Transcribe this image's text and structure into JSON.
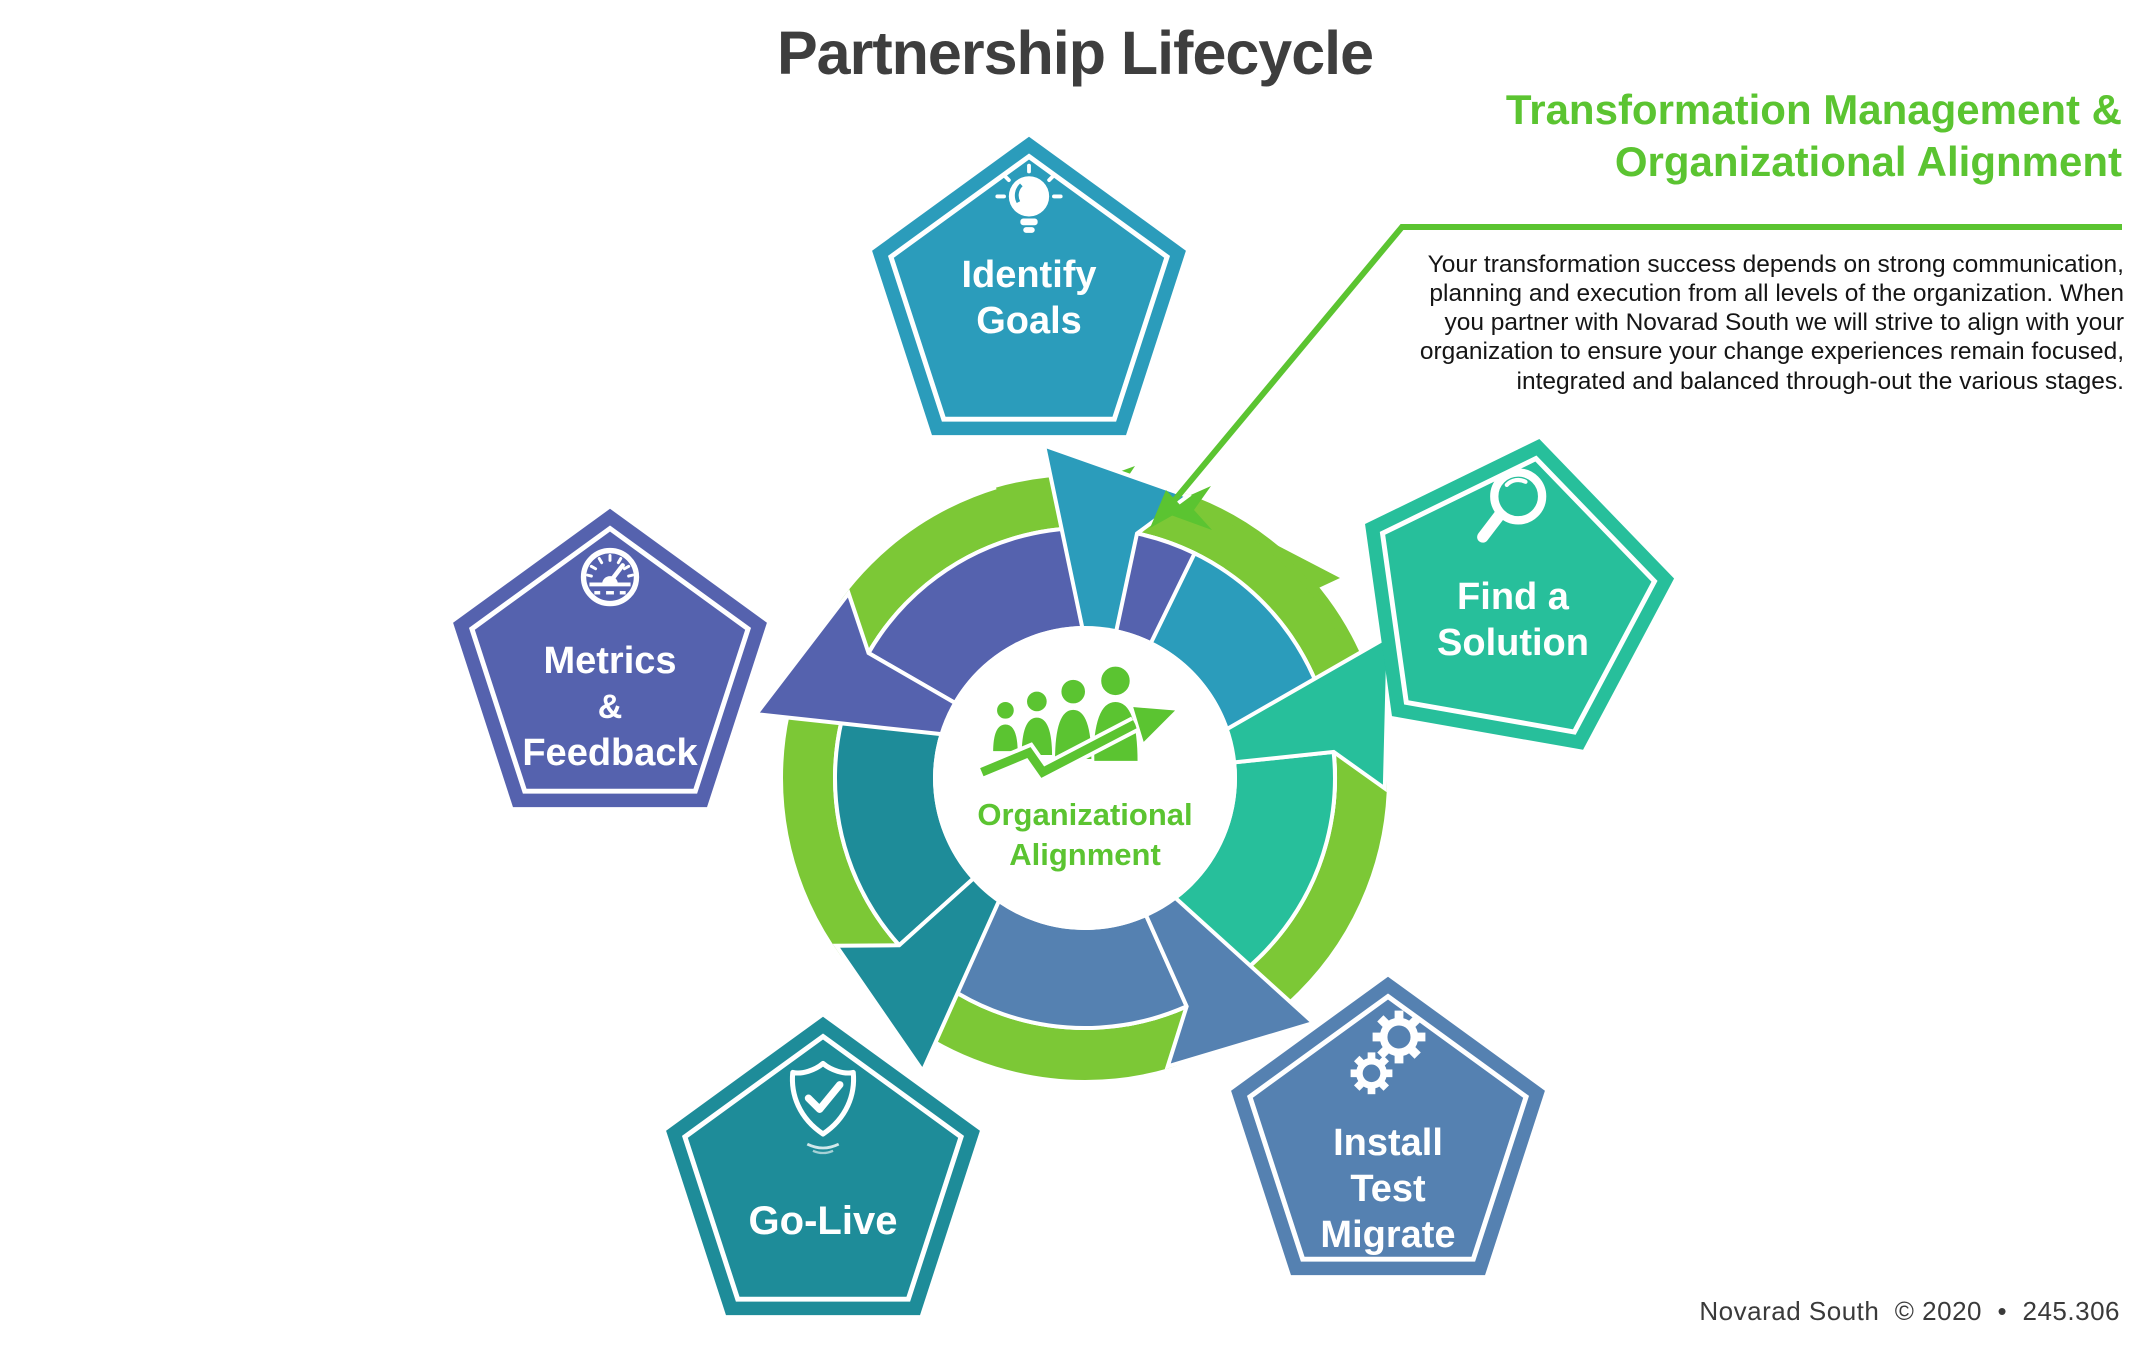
{
  "title": "Partnership Lifecycle",
  "callout": {
    "heading_line1": "Transformation Management &",
    "heading_line2": "Organizational Alignment",
    "body": "Your transformation success depends on strong communication,\nplanning and execution from all levels of the organization.  When\nyou partner with Novarad South we will strive to align with your\norganization to ensure your change experiences remain focused,\nintegrated and balanced through-out the various stages."
  },
  "center": {
    "icon": "people-growth-arrow-icon",
    "label_line1": "Organizational",
    "label_line2": "Alignment"
  },
  "stages": [
    {
      "name": "identify-goals",
      "icon": "lightbulb-icon",
      "lines": [
        "Identify",
        "Goals"
      ],
      "color": "#2B9CBB",
      "position": "top"
    },
    {
      "name": "find-a-solution",
      "icon": "magnifier-icon",
      "lines": [
        "Find a",
        "Solution"
      ],
      "color": "#27BF9B",
      "position": "right"
    },
    {
      "name": "install-test-migrate",
      "icon": "gears-icon",
      "lines": [
        "Install",
        "Test",
        "Migrate"
      ],
      "color": "#5581B1",
      "position": "bottom-right"
    },
    {
      "name": "go-live",
      "icon": "shield-check-icon",
      "lines": [
        "Go-Live"
      ],
      "color": "#1E8C99",
      "position": "bottom-left"
    },
    {
      "name": "metrics-feedback",
      "icon": "gauge-icon",
      "lines": [
        "Metrics",
        "&",
        "Feedback"
      ],
      "color": "#5562AE",
      "position": "left"
    }
  ],
  "colors": {
    "accent_green": "#5BC431",
    "ring_green": "#7CC836",
    "title_gray": "#3E3E3E",
    "body_text": "#151515",
    "stage_top": "#2B9CBB",
    "stage_right": "#27BF9B",
    "stage_bottom_right": "#5581B1",
    "stage_bottom_left": "#1E8C99",
    "stage_left": "#5562AE"
  },
  "footer": {
    "text": "Novarad South  © 2020  •  245.306"
  }
}
